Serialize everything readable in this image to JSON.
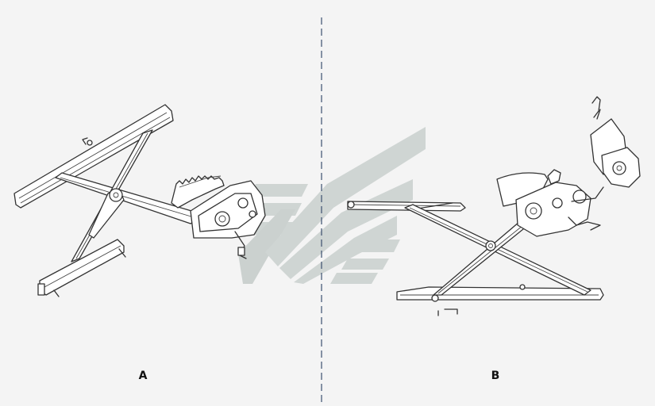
{
  "panels": [
    {
      "id": "A",
      "caption": "A"
    },
    {
      "id": "B",
      "caption": "B"
    }
  ],
  "colors": {
    "background": "#f4f4f4",
    "line": "#333333",
    "divider": "#3b4f6e",
    "watermark": "#c8d0ce"
  },
  "watermark": {
    "type": "logo",
    "description_icon": "stylized-stripes-logo"
  }
}
